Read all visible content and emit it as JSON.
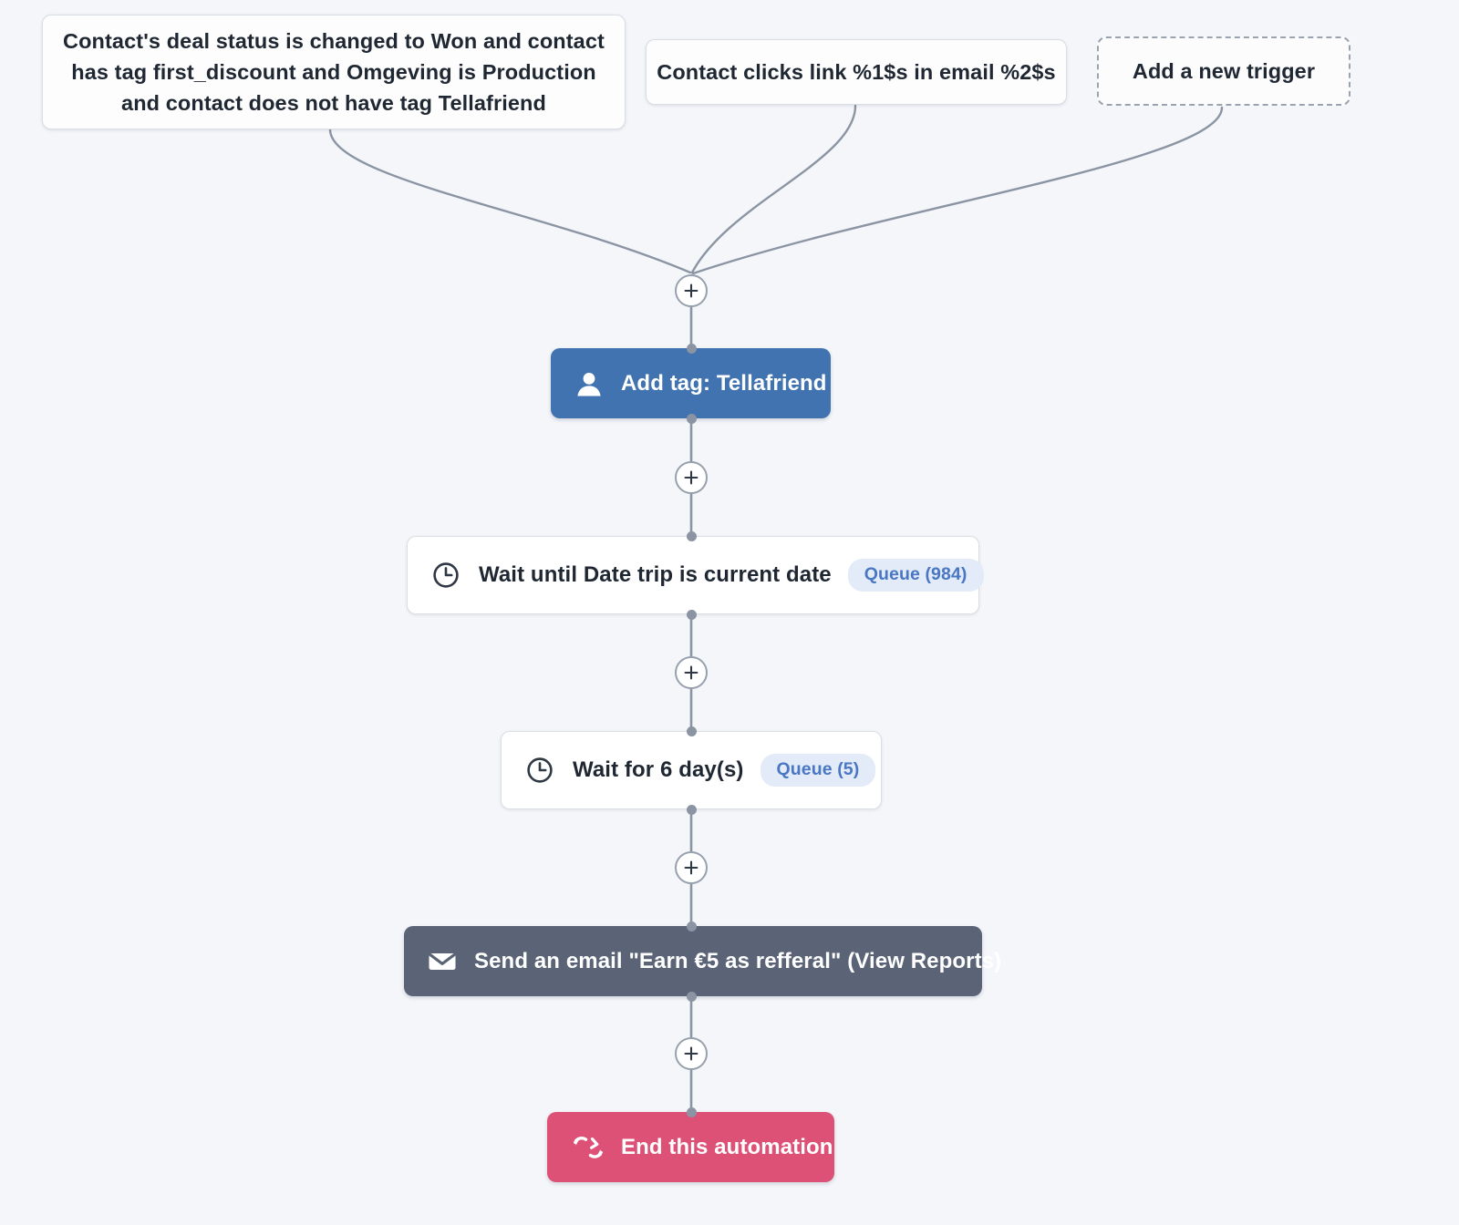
{
  "canvas": {
    "background": "#f4f6fa",
    "wire_color": "#8b94a3"
  },
  "triggers": [
    {
      "label": "Contact's deal status is changed to Won and contact has tag first_discount and Omgeving is Production and contact does not have tag Tellafriend",
      "style": "solid"
    },
    {
      "label": "Contact clicks link %1$s in email %2$s",
      "style": "solid"
    },
    {
      "label": "Add a new trigger",
      "style": "dashed"
    }
  ],
  "add_step_buttons": [
    {
      "label": "+"
    },
    {
      "label": "+"
    },
    {
      "label": "+"
    },
    {
      "label": "+"
    },
    {
      "label": "+"
    }
  ],
  "steps": [
    {
      "id": "add-tag",
      "label": "Add tag: Tellafriend",
      "icon": "contact-person-icon",
      "color": "#4073b0",
      "text_color": "#ffffff",
      "badge": null
    },
    {
      "id": "wait-until",
      "label": "Wait until Date trip is current date",
      "icon": "clock-icon",
      "color": "#ffffff",
      "text_color": "#1f2733",
      "badge": "Queue (984)"
    },
    {
      "id": "wait-days",
      "label": "Wait for 6 day(s)",
      "icon": "clock-icon",
      "color": "#ffffff",
      "text_color": "#1f2733",
      "badge": "Queue (5)"
    },
    {
      "id": "send-email",
      "label": "Send an email \"Earn €5 as refferal\" (View Reports)",
      "icon": "envelope-icon",
      "color": "#5a6476",
      "text_color": "#ffffff",
      "badge": null
    },
    {
      "id": "end-automation",
      "label": "End this automation",
      "icon": "loop-arrows-icon",
      "color": "#dd5177",
      "text_color": "#ffffff",
      "badge": null
    }
  ],
  "badge_style": {
    "background": "#e2ebf7",
    "text_color": "#4a77c4"
  }
}
